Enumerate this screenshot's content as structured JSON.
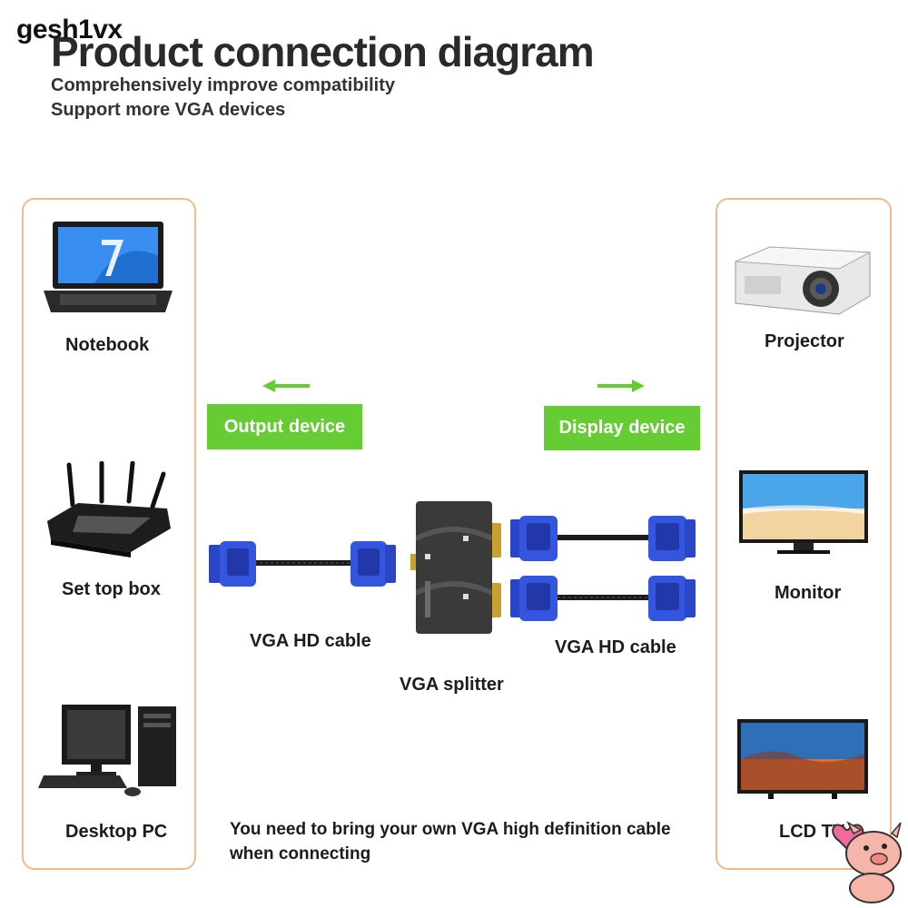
{
  "watermark": "gesh1vx",
  "header": {
    "title": "Product connection diagram",
    "subtitle_1": "Comprehensively improve compatibility",
    "subtitle_2": "Support more VGA devices"
  },
  "left_devices": {
    "notebook": "Notebook",
    "set_top_box": "Set top box",
    "desktop_pc": "Desktop PC"
  },
  "right_devices": {
    "projector": "Projector",
    "monitor": "Monitor",
    "lcd_tv": "LCD TV"
  },
  "center": {
    "output_device": "Output device",
    "display_device": "Display device",
    "vga_cable_left": "VGA HD cable",
    "vga_cable_right": "VGA HD cable",
    "vga_splitter": "VGA splitter"
  },
  "note": {
    "line_1": "You need to bring your own VGA high definition cable",
    "line_2": "when connecting"
  },
  "colors": {
    "accent_green": "#66cc33",
    "panel_border": "#f3b98d",
    "connector_blue": "#2b46c8"
  }
}
